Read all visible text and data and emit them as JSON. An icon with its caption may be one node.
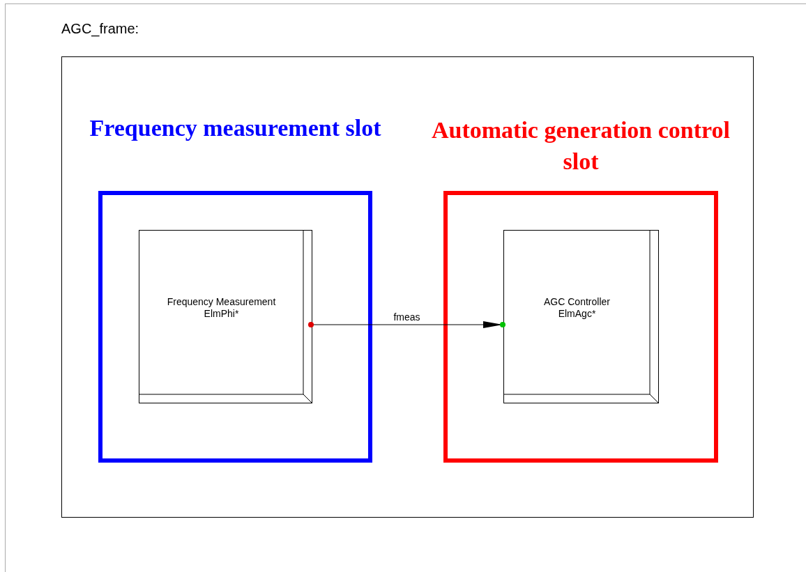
{
  "diagram": {
    "title": "AGC_frame:",
    "nodes": [
      {
        "text": [],
        "shape": "box"
      },
      {
        "text": [
          "Frequency measurement slot"
        ],
        "in": 0
      },
      {
        "text": [
          "Frequency Measurement ElmPhi*"
        ],
        "in": 1
      },
      {
        "text": [
          "Automatic generation control slot"
        ],
        "in": 0
      },
      {
        "text": [
          "AGC Controller ElmAgc*"
        ],
        "in": 3
      }
    ],
    "edges": [
      {
        "from": 2,
        "to": 4,
        "arrow": "to",
        "label": "fmeas"
      }
    ]
  }
}
